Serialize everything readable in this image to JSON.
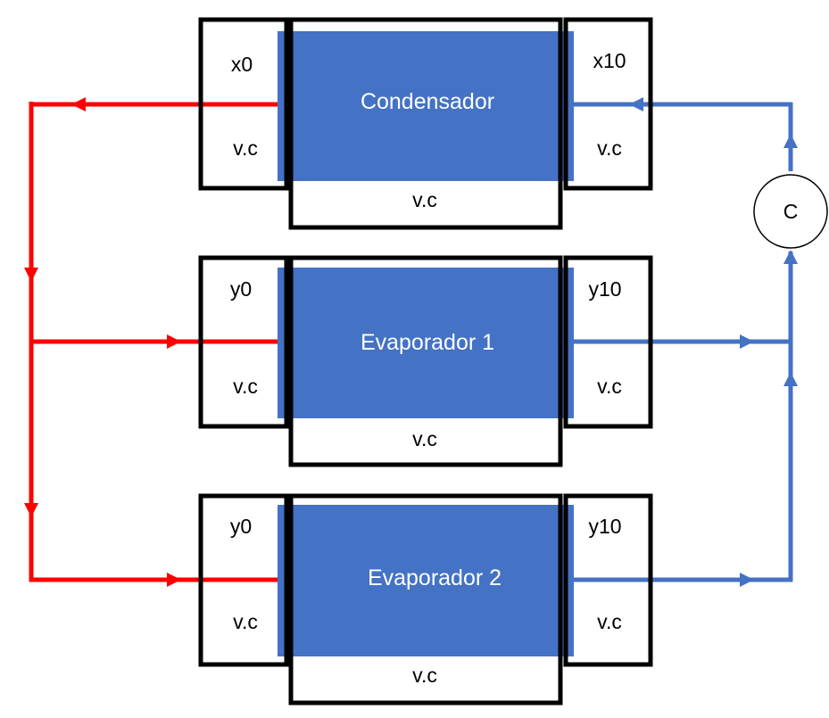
{
  "colors": {
    "liquid_line": "#ff0000",
    "vapor_line": "#4472c4",
    "unit_fill": "#4472c4",
    "box_stroke": "#000000"
  },
  "compressor": {
    "label": "C"
  },
  "condenser": {
    "name": "Condensador",
    "left_top": "x0",
    "left_bottom": "v.c",
    "right_top": "x10",
    "right_bottom": "v.c",
    "body_bottom": "v.c"
  },
  "evaporator1": {
    "name": "Evaporador 1",
    "left_top": "y0",
    "left_bottom": "v.c",
    "right_top": "y10",
    "right_bottom": "v.c",
    "body_bottom": "v.c"
  },
  "evaporator2": {
    "name": "Evaporador 2",
    "left_top": "y0",
    "left_bottom": "v.c",
    "right_top": "y10",
    "right_bottom": "v.c",
    "body_bottom": "v.c"
  }
}
